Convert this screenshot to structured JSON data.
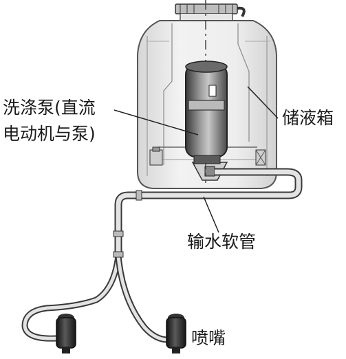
{
  "labels": {
    "pump_line1": "洗涤泵(直流",
    "pump_line2": "电动机与泵)",
    "tank": "储液箱",
    "hose": "输水软管",
    "nozzle": "喷嘴"
  },
  "colors": {
    "tank_fill": "#e9e9e9",
    "tank_outline": "#555555",
    "pump_body": "#7a7a7a",
    "hose_fill": "#e3e3e3",
    "nozzle_body": "#2b2b2b",
    "leader_line": "#222222"
  }
}
